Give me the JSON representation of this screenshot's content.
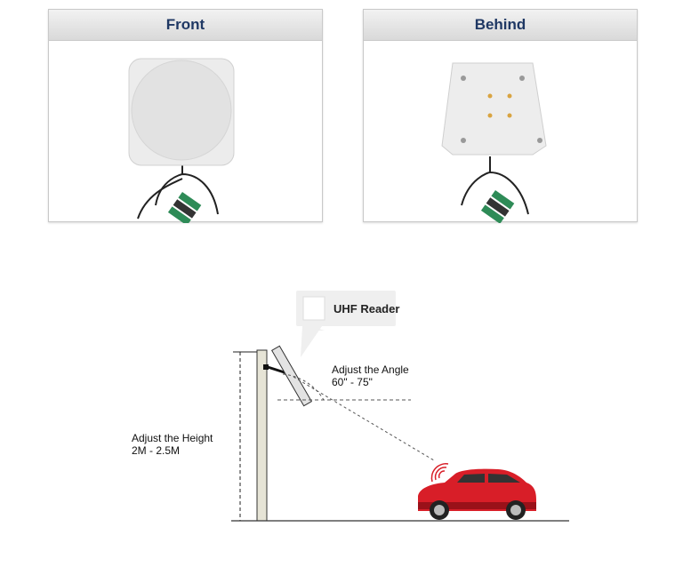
{
  "panels": {
    "front": {
      "title": "Front"
    },
    "behind": {
      "title": "Behind"
    }
  },
  "diagram": {
    "reader_label": "UHF Reader",
    "angle_label_line1": "Adjust the Angle",
    "angle_label_line2": "60\" - 75\"",
    "height_label_line1": "Adjust the Height",
    "height_label_line2": "2M - 2.5M"
  },
  "colors": {
    "header_text": "#1f3864",
    "car_body": "#d81e28",
    "signal": "#d81e28"
  }
}
